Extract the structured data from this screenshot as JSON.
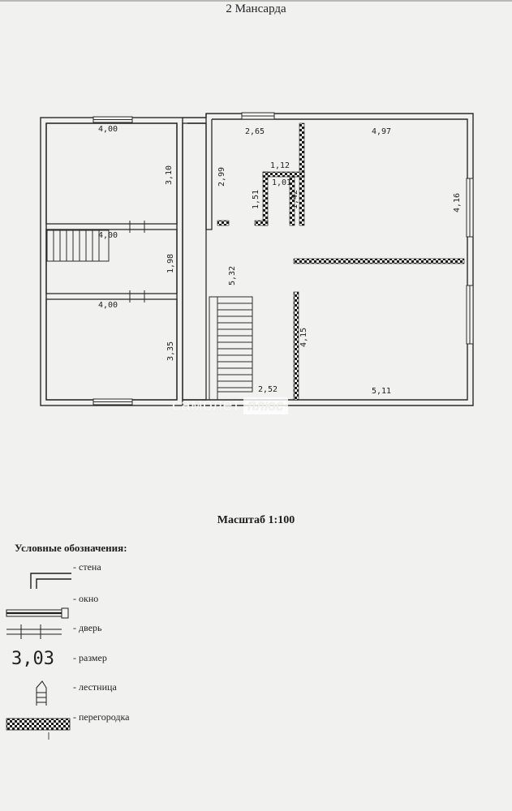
{
  "title": "2 Мансарда",
  "scale": "Масштаб 1:100",
  "watermark": {
    "brand": "самолет",
    "suffix": "плюс"
  },
  "dimensions": {
    "room1_width": "4,00",
    "room1_height": "3,10",
    "room2_width": "4,00",
    "room2_height": "1,98",
    "room3_width": "4,00",
    "room3_height": "3,35",
    "corridor_length": "5,32",
    "bath_width": "2,65",
    "bath_height": "2,99",
    "closet_width": "1,12",
    "closet_inner": "1,01",
    "closet_height_left": "1,51",
    "closet_height_right": "1,42",
    "room4_width": "4,97",
    "room4_height": "4,16",
    "room5_width": "5,11",
    "room5_height": "4,15",
    "stair_width": "2,52"
  },
  "legend": {
    "title": "Условные обозначения:",
    "size_sample": "3,03",
    "items": [
      {
        "label": "- стена",
        "icon": "wall-icon"
      },
      {
        "label": "- окно",
        "icon": "window-icon"
      },
      {
        "label": "- дверь",
        "icon": "door-icon"
      },
      {
        "label": "- размер",
        "icon": "dimension-icon"
      },
      {
        "label": "- лестница",
        "icon": "stair-icon"
      },
      {
        "label": "- перегородка",
        "icon": "partition-icon"
      }
    ]
  }
}
